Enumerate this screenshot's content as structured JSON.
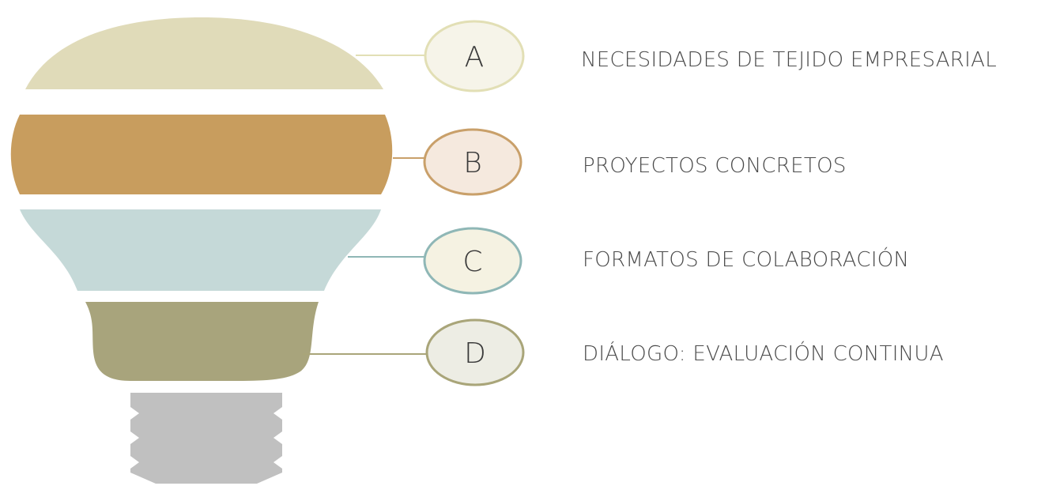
{
  "stages": [
    {
      "letter": "A",
      "label": "NECESIDADES DE TEJIDO EMPRESARIAL",
      "band_color": "#e0dbb9",
      "ring_color": "#e2dfb5",
      "fill_color": "#f6f4e9"
    },
    {
      "letter": "B",
      "label": "PROYECTOS CONCRETOS",
      "band_color": "#c89d5e",
      "ring_color": "#c9a06a",
      "fill_color": "#f5e9de"
    },
    {
      "letter": "C",
      "label": "FORMATOS DE COLABORACIÓN",
      "band_color": "#c5d9d8",
      "ring_color": "#8fb7b6",
      "fill_color": "#f5f2e2"
    },
    {
      "letter": "D",
      "label": "DIÁLOGO: EVALUACIÓN CONTINUA",
      "band_color": "#a8a47c",
      "ring_color": "#a9a579",
      "fill_color": "#ededE4"
    }
  ],
  "bulb_base": {
    "color": "#c0c0c0",
    "icon": "bulb-screw-base"
  }
}
